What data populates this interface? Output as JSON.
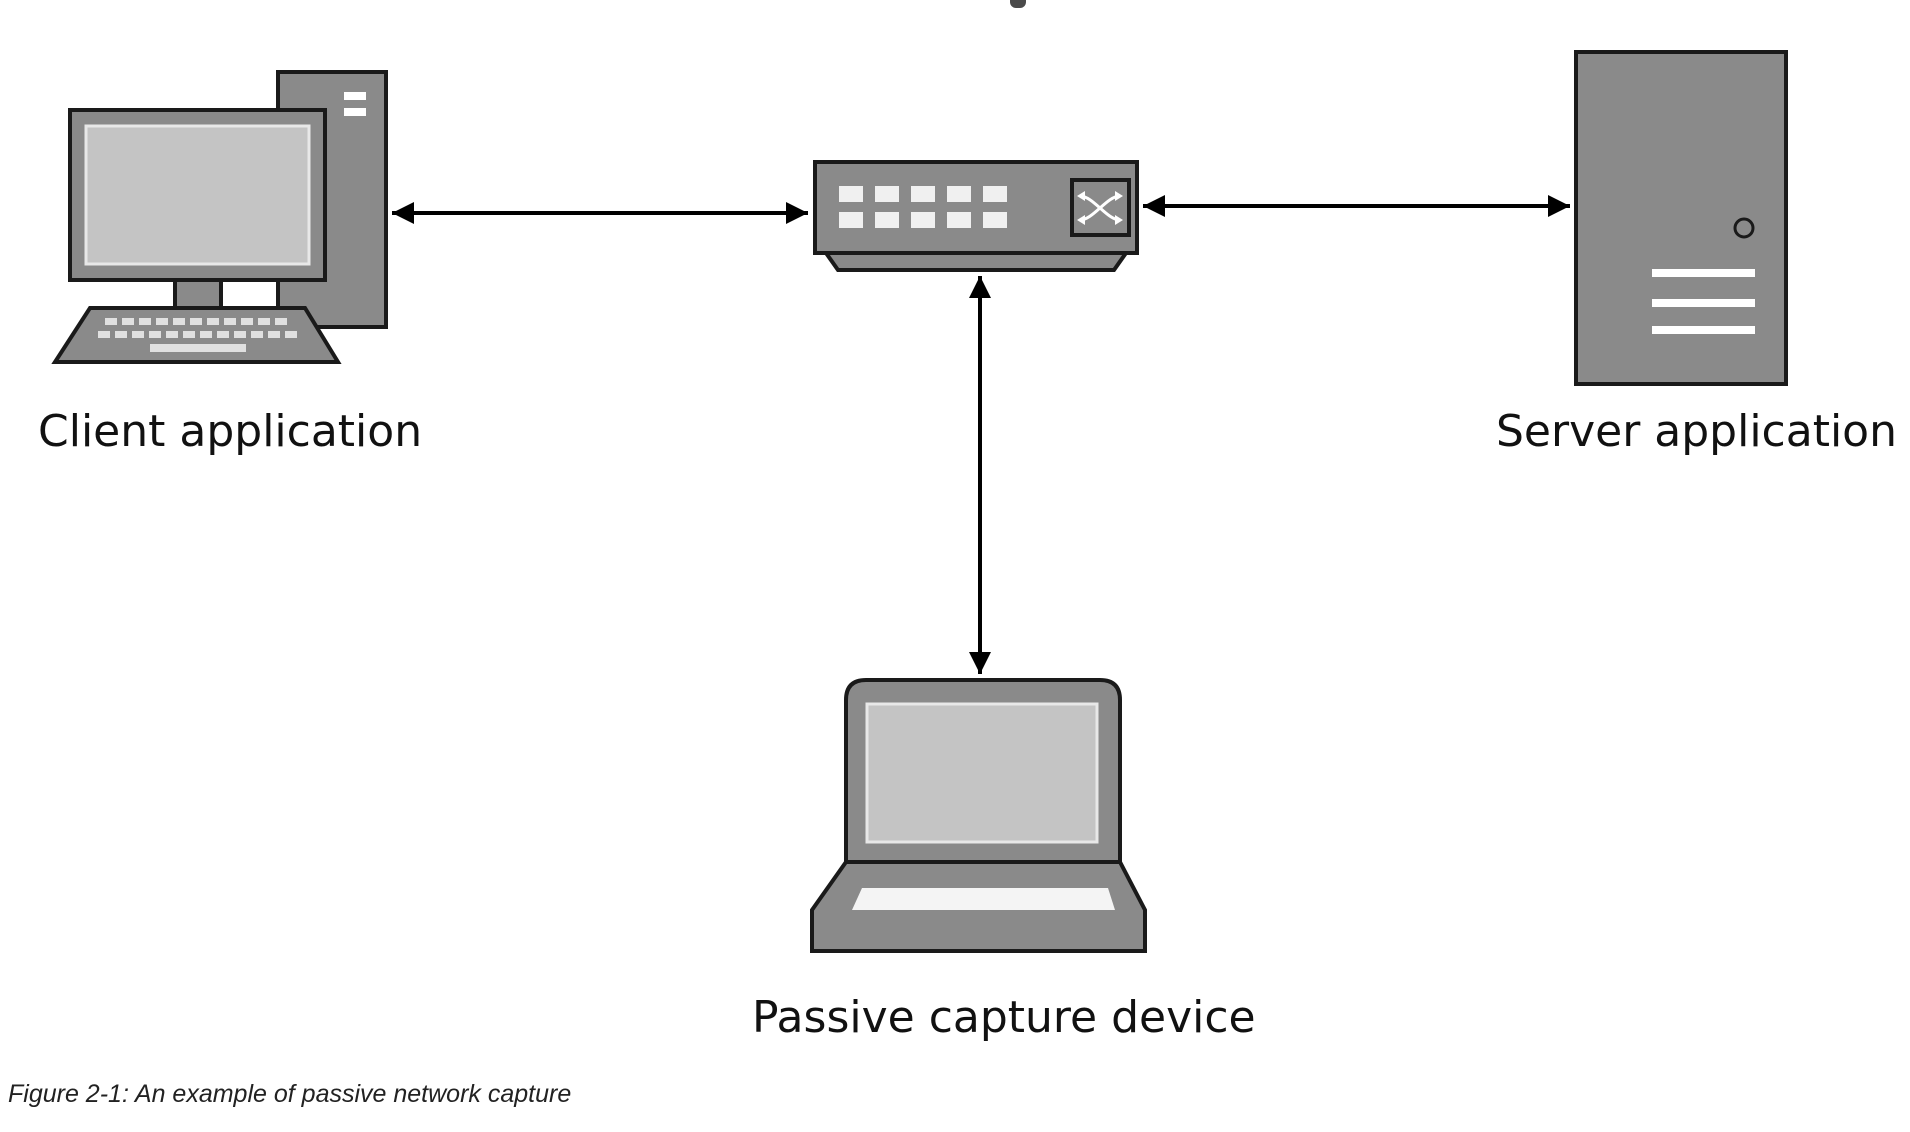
{
  "diagram": {
    "nodes": {
      "client": {
        "label": "Client application",
        "icon": "desktop-computer-icon"
      },
      "switch": {
        "icon": "network-switch-icon"
      },
      "server": {
        "label": "Server application",
        "icon": "server-tower-icon"
      },
      "capture": {
        "label": "Passive capture device",
        "icon": "laptop-icon"
      }
    },
    "edges": [
      {
        "from": "client",
        "to": "switch",
        "direction": "bidirectional"
      },
      {
        "from": "switch",
        "to": "server",
        "direction": "bidirectional"
      },
      {
        "from": "switch",
        "to": "capture",
        "direction": "bidirectional"
      }
    ],
    "colors": {
      "device_fill": "#8a8a8a",
      "device_stroke": "#1a1a1a",
      "screen_fill": "#c4c4c4",
      "arrow": "#000000"
    }
  },
  "caption": "Figure 2-1: An example of passive network capture"
}
